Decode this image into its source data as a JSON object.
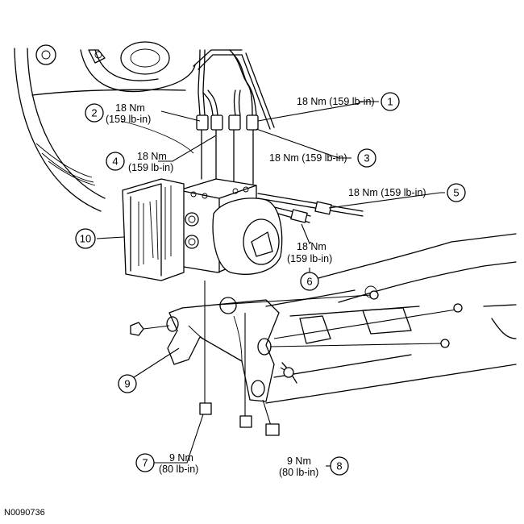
{
  "figure_id": "N0090736",
  "callouts": [
    {
      "num": "1",
      "torque": "18 Nm (159 lb-in)"
    },
    {
      "num": "2",
      "torque_line1": "18 Nm",
      "torque_line2": "(159 lb-in)"
    },
    {
      "num": "3",
      "torque": "18 Nm (159 lb-in)"
    },
    {
      "num": "4",
      "torque_line1": "18 Nm",
      "torque_line2": "(159 lb-in)"
    },
    {
      "num": "5",
      "torque": "18 Nm (159 lb-in)"
    },
    {
      "num": "6",
      "torque_line1": "18 Nm",
      "torque_line2": "(159 lb-in)"
    },
    {
      "num": "7",
      "torque_line1": "9 Nm",
      "torque_line2": "(80 lb-in)"
    },
    {
      "num": "8",
      "torque_line1": "9 Nm",
      "torque_line2": "(80 lb-in)"
    },
    {
      "num": "9"
    },
    {
      "num": "10"
    }
  ]
}
